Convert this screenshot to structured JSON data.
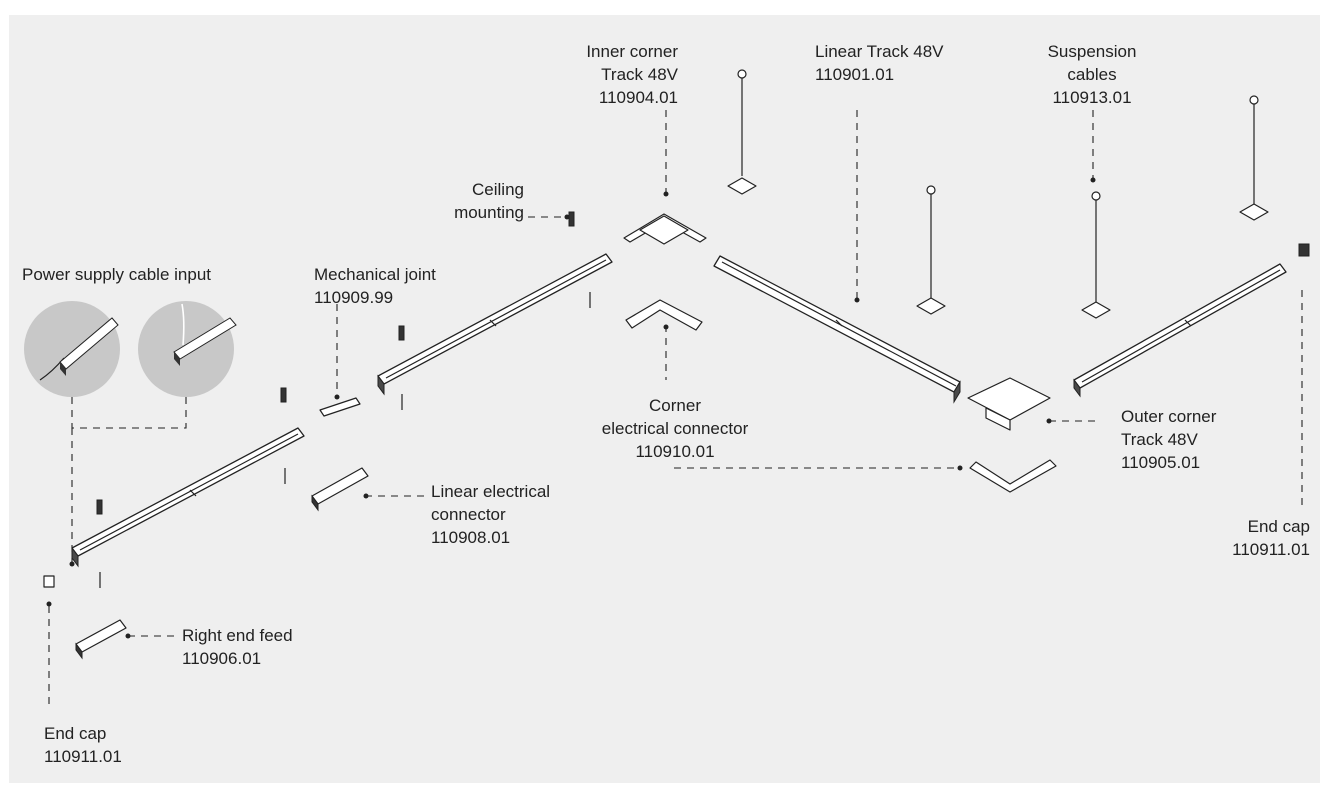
{
  "labels": {
    "power_supply": "Power supply cable input",
    "mech_joint_name": "Mechanical joint",
    "mech_joint_code": "110909.99",
    "ceiling_line1": "Ceiling",
    "ceiling_line2": "mounting",
    "inner_corner_line1": "Inner corner",
    "inner_corner_line2": "Track 48V",
    "inner_corner_code": "110904.01",
    "linear_track_name": "Linear Track 48V",
    "linear_track_code": "110901.01",
    "suspension_line1": "Suspension",
    "suspension_line2": "cables",
    "suspension_code": "110913.01",
    "corner_elec_line1": "Corner",
    "corner_elec_line2": "electrical connector",
    "corner_elec_code": "110910.01",
    "outer_corner_line1": "Outer corner",
    "outer_corner_line2": "Track 48V",
    "outer_corner_code": "110905.01",
    "linear_elec_line1": "Linear electrical",
    "linear_elec_line2": "connector",
    "linear_elec_code": "110908.01",
    "right_feed_name": "Right end feed",
    "right_feed_code": "110906.01",
    "end_cap_left_name": "End cap",
    "end_cap_left_code": "110911.01",
    "end_cap_right_name": "End cap",
    "end_cap_right_code": "110911.01"
  },
  "colors": {
    "panel_background": "#efefef",
    "line_art": "#222222",
    "detail_circle": "#c8c8c8"
  }
}
